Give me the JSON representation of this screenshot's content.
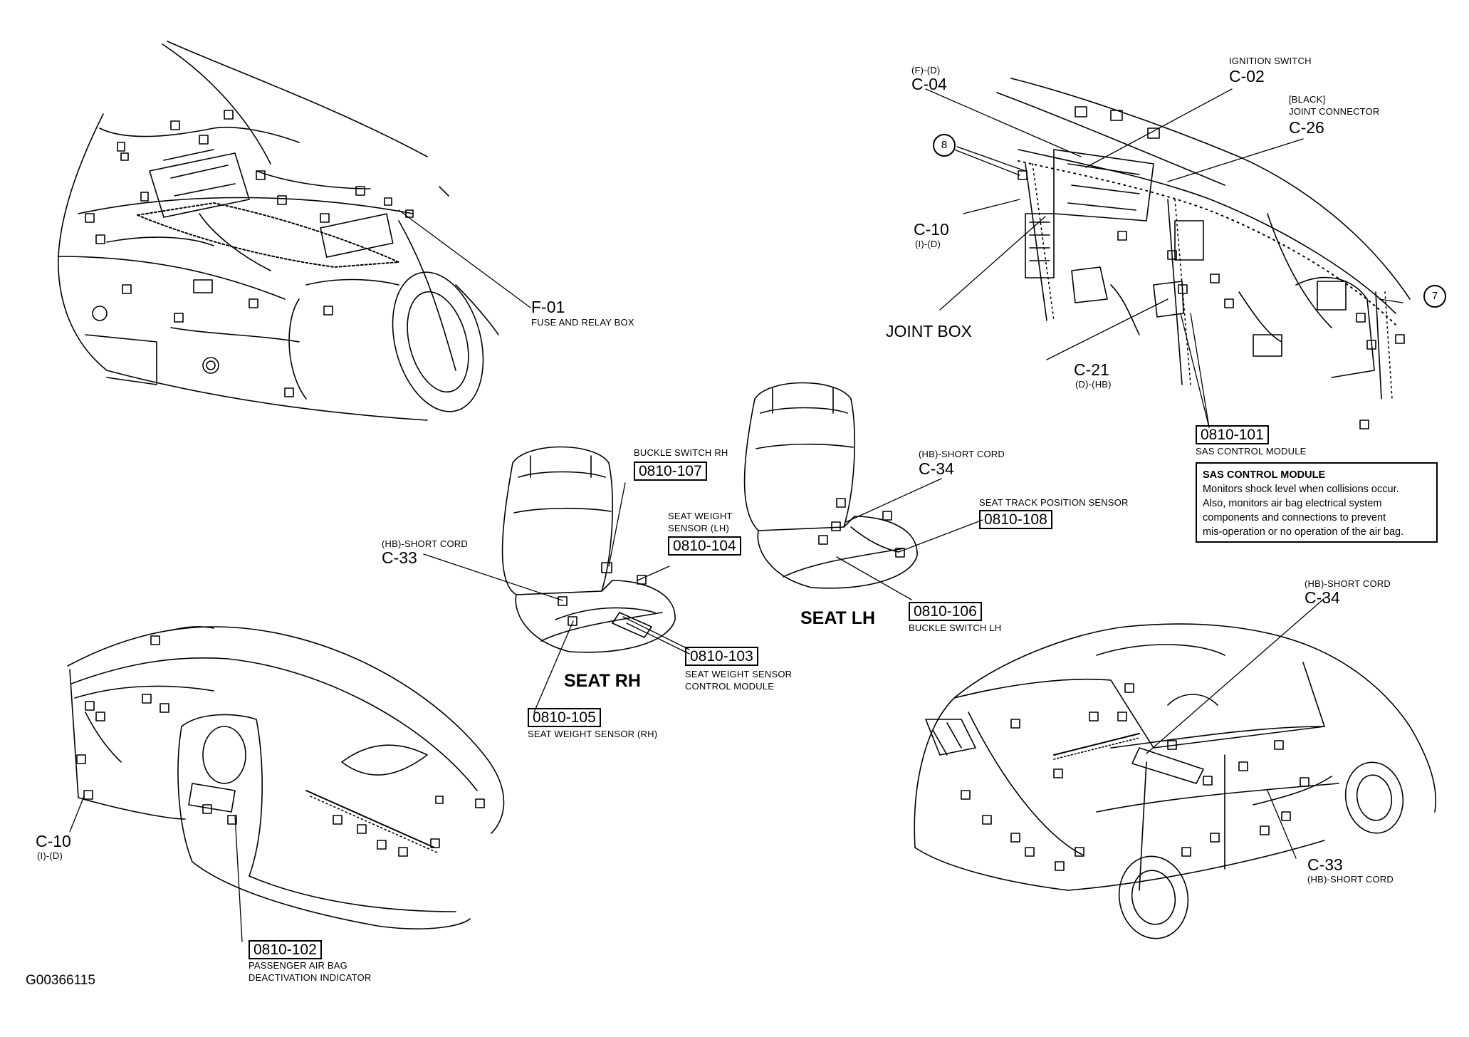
{
  "figure_id": "G00366115",
  "seat_titles": {
    "rh": "SEAT RH",
    "lh": "SEAT LH"
  },
  "labels": {
    "f01": {
      "code": "F-01",
      "desc": "FUSE AND RELAY BOX"
    },
    "c04": {
      "sub": "(F)-(D)",
      "code": "C-04"
    },
    "c02": {
      "desc": "IGNITION SWITCH",
      "code": "C-02"
    },
    "c26": {
      "sub1": "[BLACK]",
      "sub2": "JOINT CONNECTOR",
      "code": "C-26"
    },
    "c10_top": {
      "code": "C-10",
      "sub": "(I)-(D)"
    },
    "joint_box": "JOINT BOX",
    "c21": {
      "code": "C-21",
      "sub": "(D)-(HB)"
    },
    "p101": {
      "code": "0810-101",
      "desc": "SAS CONTROL MODULE"
    },
    "p107": {
      "desc": "BUCKLE SWITCH RH",
      "code": "0810-107"
    },
    "p104": {
      "desc1": "SEAT WEIGHT",
      "desc2": "SENSOR (LH)",
      "code": "0810-104"
    },
    "c33_seat": {
      "sub": "(HB)-SHORT CORD",
      "code": "C-33"
    },
    "p103": {
      "code": "0810-103",
      "desc1": "SEAT WEIGHT SENSOR",
      "desc2": "CONTROL MODULE"
    },
    "p105": {
      "code": "0810-105",
      "desc": "SEAT WEIGHT SENSOR (RH)"
    },
    "c34_seat": {
      "sub": "(HB)-SHORT CORD",
      "code": "C-34"
    },
    "p108": {
      "desc": "SEAT TRACK POSITION SENSOR",
      "code": "0810-108"
    },
    "p106": {
      "code": "0810-106",
      "desc": "BUCKLE SWITCH LH"
    },
    "c34_van": {
      "sub": "(HB)-SHORT CORD",
      "code": "C-34"
    },
    "c33_van": {
      "code": "C-33",
      "sub": "(HB)-SHORT CORD"
    },
    "c10_dash": {
      "code": "C-10",
      "sub": "(I)-(D)"
    },
    "p102": {
      "code": "0810-102",
      "desc1": "PASSENGER AIR BAG",
      "desc2": "DEACTIVATION INDICATOR"
    }
  },
  "bubbles": {
    "b8": "8",
    "b7": "7"
  },
  "sas_note": {
    "title": "SAS CONTROL MODULE",
    "lines": [
      "Monitors shock level when collisions occur.",
      "Also, monitors air bag electrical system",
      "components and connections to prevent",
      "mis-operation or no operation of the air bag."
    ]
  }
}
